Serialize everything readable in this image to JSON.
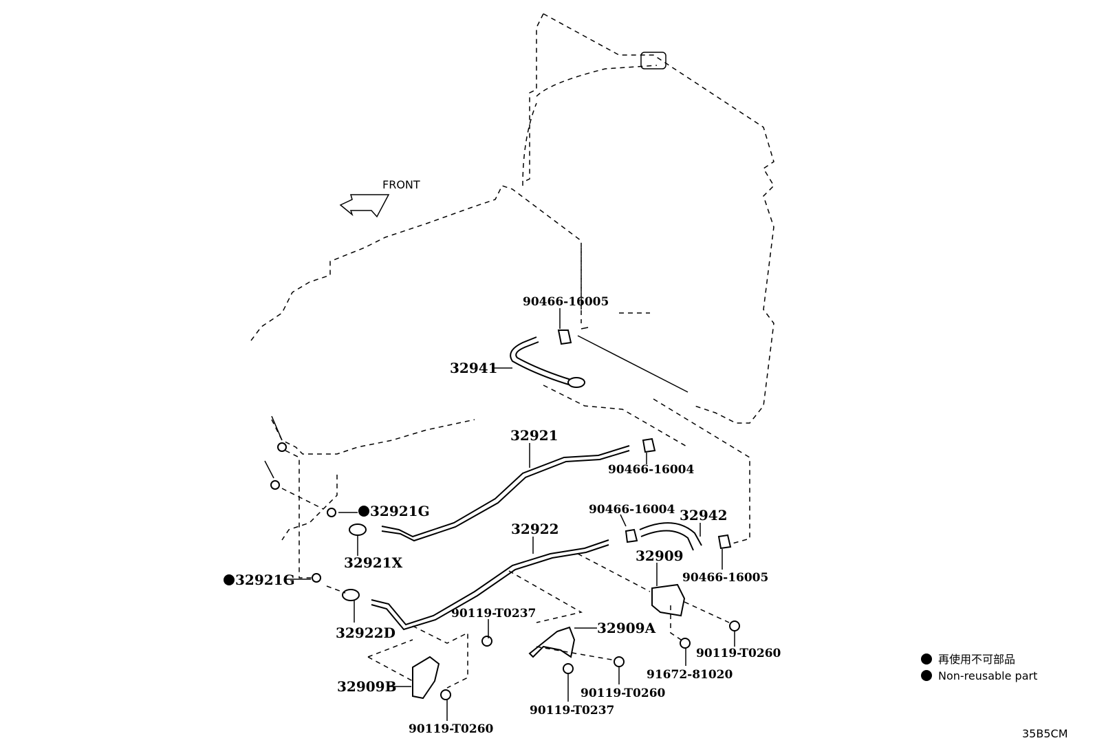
{
  "front_label": "FRONT",
  "parts": {
    "p1": "90466-16005",
    "p2": "32941",
    "p3": "32921",
    "p4": "90466-16004",
    "p5": "32921G",
    "p6": "32921X",
    "p7": "90466-16004",
    "p8": "32942",
    "p9": "32922",
    "p10": "32909",
    "p11": "90466-16005",
    "p12": "32921G",
    "p13": "90119-T0237",
    "p14": "32922D",
    "p15": "32909A",
    "p16": "90119-T0260",
    "p17": "91672-81020",
    "p18": "32909B",
    "p19": "90119-T0260",
    "p20": "90119-T0237",
    "p21": "90119-T0260"
  },
  "legend": {
    "jp": "再使用不可部品",
    "en": "Non-reusable part"
  },
  "diagram_code": "35B5CM"
}
